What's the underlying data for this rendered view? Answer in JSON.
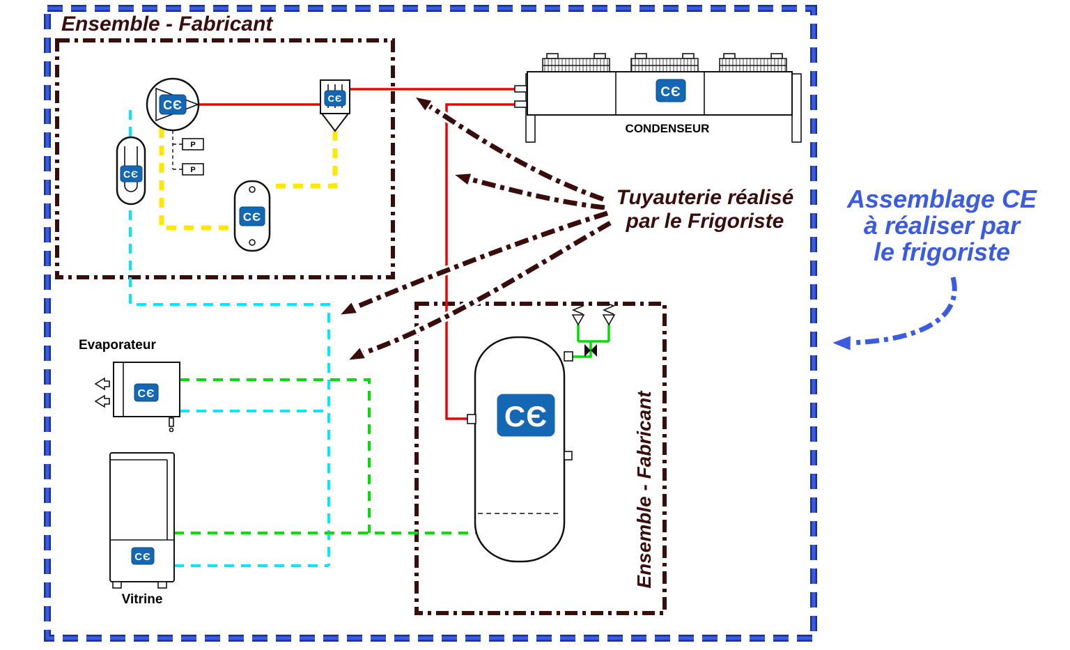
{
  "labels": {
    "ensemble_fabricant_top": "Ensemble - Fabricant",
    "ensemble_fabricant_side": "Ensemble - Fabricant",
    "condenseur": "CONDENSEUR",
    "evaporateur": "Evaporateur",
    "vitrine": "Vitrine"
  },
  "annotations": {
    "tuyauterie_line1": "Tuyauterie réalisé",
    "tuyauterie_line2": "par le Frigoriste",
    "assemblage_line1": "Assemblage CE",
    "assemblage_line2": "à réaliser par",
    "assemblage_line3": "le frigoriste"
  },
  "icons": {
    "ce_glyph": "CЄ"
  },
  "pressure_switch_label": "P",
  "colors": {
    "enclosure_blue": "#3b5be0",
    "enclosure_brown": "#3a0d0d",
    "pipe_red": "#f00000",
    "pipe_yellow": "#ffe800",
    "pipe_cyan": "#00e8ff",
    "pipe_green": "#00dd00",
    "ce_blue": "#1467b3"
  }
}
